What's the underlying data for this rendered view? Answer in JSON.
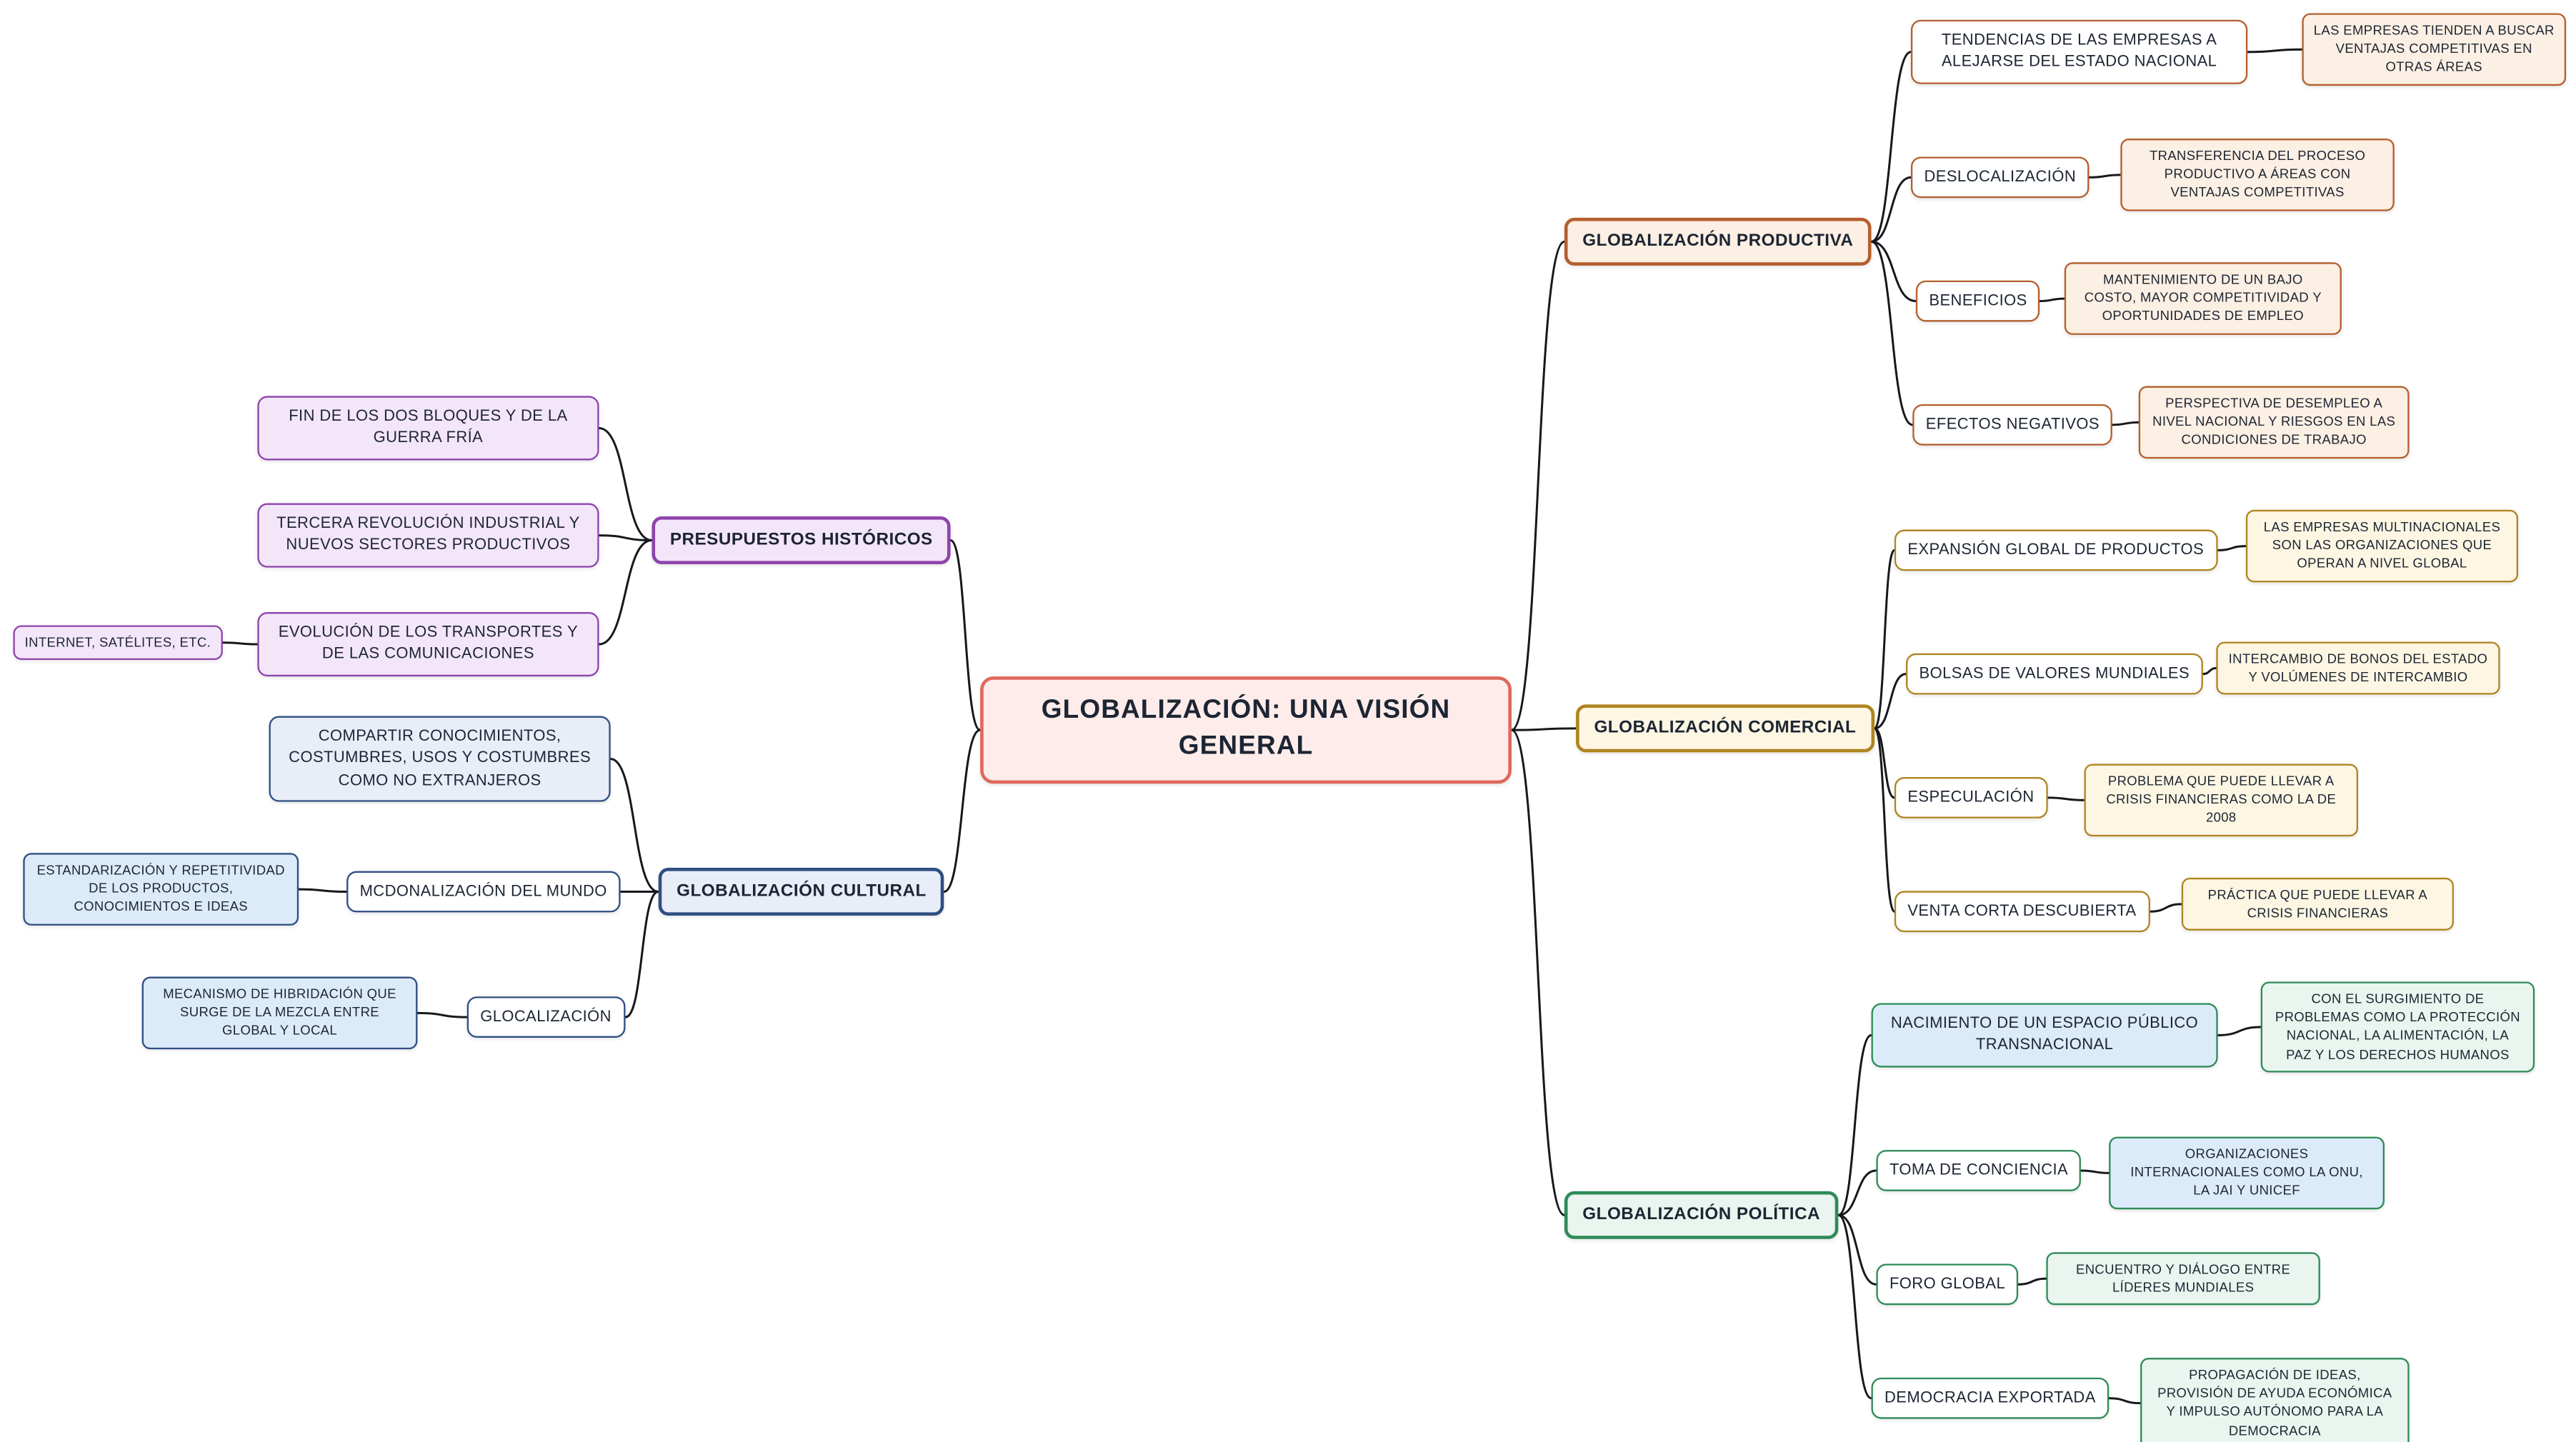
{
  "center": {
    "label": "GLOBALIZACIÓN: UNA VISIÓN GENERAL"
  },
  "branches": {
    "productiva": {
      "label": "GLOBALIZACIÓN PRODUCTIVA",
      "topics": [
        {
          "label": "TENDENCIAS DE LAS EMPRESAS A ALEJARSE DEL ESTADO NACIONAL",
          "note": "LAS EMPRESAS TIENDEN A BUSCAR VENTAJAS COMPETITIVAS EN OTRAS ÁREAS"
        },
        {
          "label": "DESLOCALIZACIÓN",
          "note": "TRANSFERENCIA DEL PROCESO PRODUCTIVO A ÁREAS CON VENTAJAS COMPETITIVAS"
        },
        {
          "label": "BENEFICIOS",
          "note": "MANTENIMIENTO DE UN BAJO COSTO, MAYOR COMPETITIVIDAD Y OPORTUNIDADES DE EMPLEO"
        },
        {
          "label": "EFECTOS NEGATIVOS",
          "note": "PERSPECTIVA DE DESEMPLEO A NIVEL NACIONAL Y RIESGOS EN LAS CONDICIONES DE TRABAJO"
        }
      ]
    },
    "comercial": {
      "label": "GLOBALIZACIÓN COMERCIAL",
      "topics": [
        {
          "label": "EXPANSIÓN GLOBAL DE PRODUCTOS",
          "note": "LAS EMPRESAS MULTINACIONALES SON LAS ORGANIZACIONES QUE OPERAN A NIVEL GLOBAL"
        },
        {
          "label": "BOLSAS DE VALORES MUNDIALES",
          "note": "INTERCAMBIO DE BONOS DEL ESTADO Y VOLÚMENES DE INTERCAMBIO"
        },
        {
          "label": "ESPECULACIÓN",
          "note": "PROBLEMA QUE PUEDE LLEVAR A CRISIS FINANCIERAS COMO LA DE 2008"
        },
        {
          "label": "VENTA CORTA DESCUBIERTA",
          "note": "PRÁCTICA QUE PUEDE LLEVAR A CRISIS FINANCIERAS"
        }
      ]
    },
    "politica": {
      "label": "GLOBALIZACIÓN POLÍTICA",
      "topics": [
        {
          "label": "NACIMIENTO DE UN ESPACIO PÚBLICO TRANSNACIONAL",
          "note": "CON EL SURGIMIENTO DE PROBLEMAS COMO LA PROTECCIÓN NACIONAL, LA ALIMENTACIÓN, LA PAZ Y LOS DERECHOS HUMANOS"
        },
        {
          "label": "TOMA DE CONCIENCIA",
          "note": "ORGANIZACIONES INTERNACIONALES COMO LA ONU, LA JAI Y UNICEF"
        },
        {
          "label": "FORO GLOBAL",
          "note": "ENCUENTRO Y DIÁLOGO ENTRE LÍDERES MUNDIALES"
        },
        {
          "label": "DEMOCRACIA EXPORTADA",
          "note": "PROPAGACIÓN DE IDEAS, PROVISIÓN DE AYUDA ECONÓMICA Y IMPULSO AUTÓNOMO PARA LA DEMOCRACIA"
        }
      ]
    },
    "historicos": {
      "label": "PRESUPUESTOS HISTÓRICOS",
      "topics": [
        {
          "label": "FIN DE LOS DOS BLOQUES Y DE LA GUERRA FRÍA"
        },
        {
          "label": "TERCERA REVOLUCIÓN INDUSTRIAL Y NUEVOS SECTORES PRODUCTIVOS"
        },
        {
          "label": "EVOLUCIÓN DE LOS TRANSPORTES Y DE LAS COMUNICACIONES",
          "note": "INTERNET, SATÉLITES, ETC."
        }
      ]
    },
    "cultural": {
      "label": "GLOBALIZACIÓN CULTURAL",
      "topics": [
        {
          "label": "COMPARTIR CONOCIMIENTOS, COSTUMBRES, USOS Y COSTUMBRES COMO NO EXTRANJEROS"
        },
        {
          "label": "MCDONALIZACIÓN DEL MUNDO",
          "note": "ESTANDARIZACIÓN Y REPETITIVIDAD DE LOS PRODUCTOS, CONOCIMIENTOS E IDEAS"
        },
        {
          "label": "GLOCALIZACIÓN",
          "note": "MECANISMO DE HIBRIDACIÓN QUE SURGE DE LA MEZCLA ENTRE GLOBAL Y LOCAL"
        }
      ]
    }
  },
  "colors": {
    "center": "#e0685c",
    "productiva": "#b45f2d",
    "comercial": "#b08420",
    "politica": "#2e8b57",
    "historicos": "#8e44ad",
    "cultural": "#2f4f82",
    "connector": "#16181c",
    "text": "#1d2533"
  }
}
